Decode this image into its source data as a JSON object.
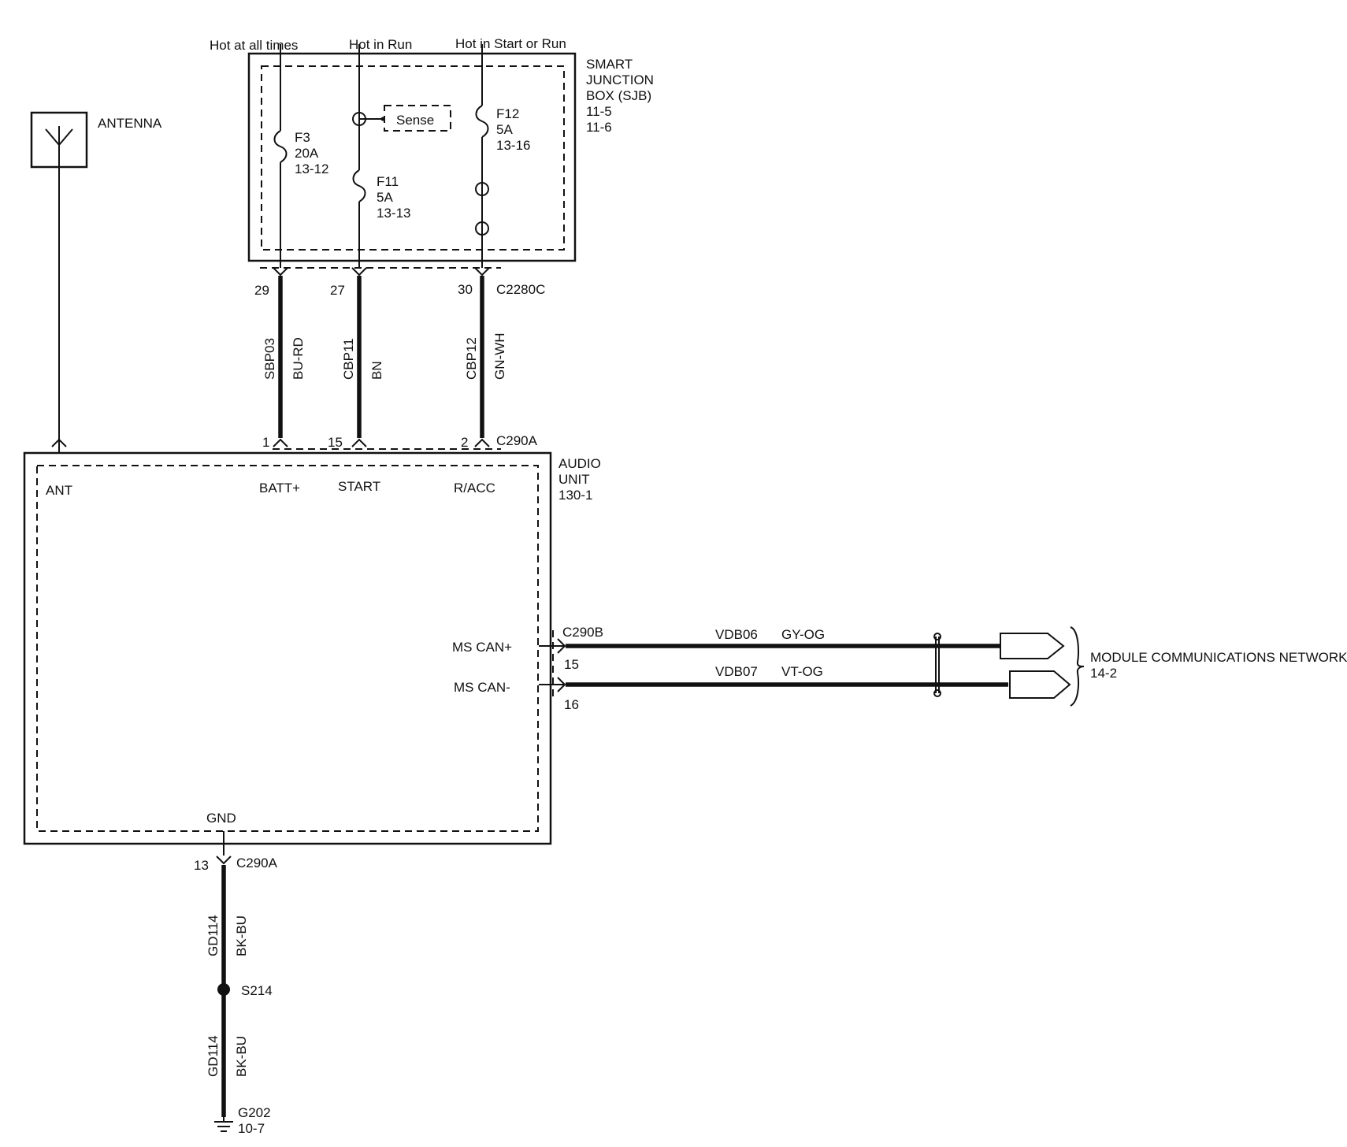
{
  "sources": {
    "hot_at_all_times": "Hot at all times",
    "hot_in_run": "Hot in Run",
    "hot_in_start_or_run": "Hot in Start or Run"
  },
  "sjb": {
    "line1": "SMART",
    "line2": "JUNCTION",
    "line3": "BOX (SJB)",
    "ref1": "11-5",
    "ref2": "11-6"
  },
  "fuses": {
    "f3": {
      "name": "F3",
      "rating": "20A",
      "ref": "13-12"
    },
    "f11": {
      "name": "F11",
      "rating": "5A",
      "ref": "13-13"
    },
    "f12": {
      "name": "F12",
      "rating": "5A",
      "ref": "13-16"
    }
  },
  "sense_label": "Sense",
  "antenna_label": "ANTENNA",
  "sjb_pins": {
    "p29": "29",
    "p27": "27",
    "p30": "30",
    "connector": "C2280C"
  },
  "circuits": {
    "sbp03": {
      "id": "SBP03",
      "color": "BU-RD"
    },
    "cbp11": {
      "id": "CBP11",
      "color": "BN"
    },
    "cbp12": {
      "id": "CBP12",
      "color": "GN-WH"
    }
  },
  "audio_pins": {
    "p1": "1",
    "p15": "15",
    "p2": "2",
    "connector": "C290A"
  },
  "audio_unit": {
    "line1": "AUDIO",
    "line2": "UNIT",
    "ref": "130-1",
    "ant": "ANT",
    "batt": "BATT+",
    "start": "START",
    "racc": "R/ACC",
    "ms_can_plus": "MS CAN+",
    "ms_can_minus": "MS CAN-",
    "gnd": "GND"
  },
  "can": {
    "connector": "C290B",
    "pin_plus": "15",
    "pin_minus": "16",
    "plus_circuit": "VDB06",
    "plus_color": "GY-OG",
    "minus_circuit": "VDB07",
    "minus_color": "VT-OG",
    "network_line1": "MODULE COMMUNICATIONS NETWORK",
    "network_line2": "14-2"
  },
  "ground": {
    "pin": "13",
    "connector": "C290A",
    "circuit": "GD114",
    "color": "BK-BU",
    "splice": "S214",
    "circuit2": "GD114",
    "color2": "BK-BU",
    "ground_id": "G202",
    "ground_ref": "10-7"
  }
}
